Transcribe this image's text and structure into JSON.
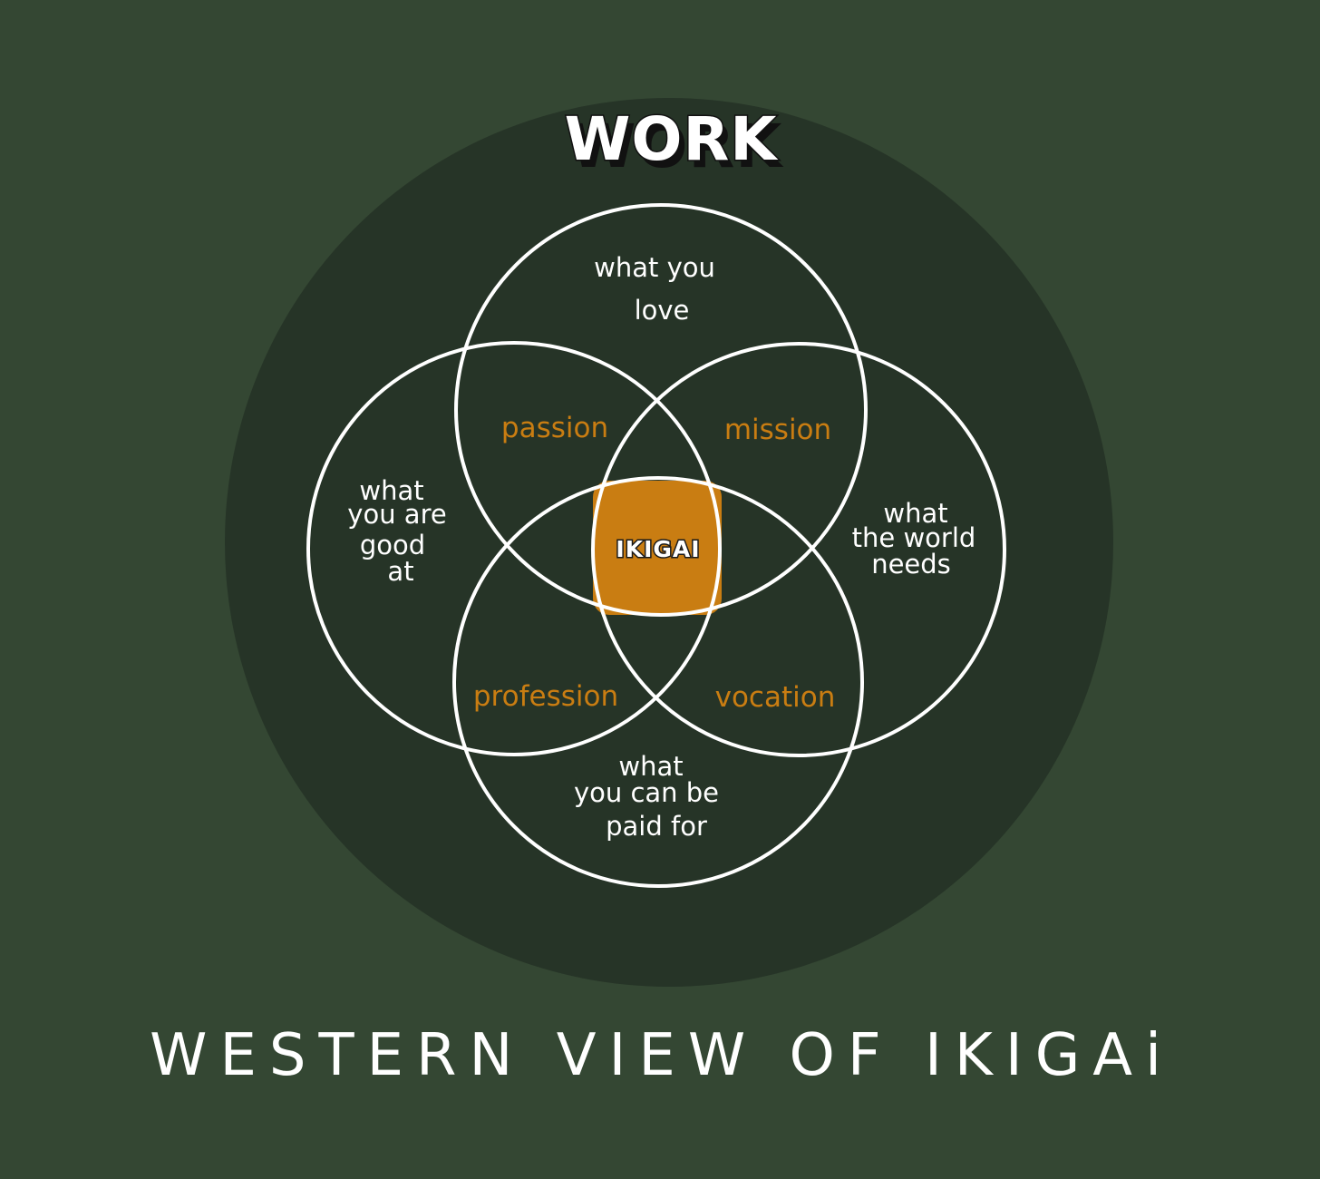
{
  "header": {
    "title": "WORK"
  },
  "circles": {
    "top": {
      "lines": [
        "what you",
        "love"
      ]
    },
    "left": {
      "lines": [
        "what",
        "you are",
        "good",
        "at"
      ]
    },
    "right": {
      "lines": [
        "what",
        "the world",
        "needs"
      ]
    },
    "bottom": {
      "lines": [
        "what",
        "you can be",
        "paid for"
      ]
    }
  },
  "overlaps": {
    "passion": "passion",
    "mission": "mission",
    "profession": "profession",
    "vocation": "vocation"
  },
  "center": {
    "label": "IKIGAI"
  },
  "caption": "WESTERN VIEW OF IKIGAi",
  "colors": {
    "background": "#344733",
    "outer_circle": "#263427",
    "accent": "#c97d12",
    "line": "#ffffff"
  }
}
